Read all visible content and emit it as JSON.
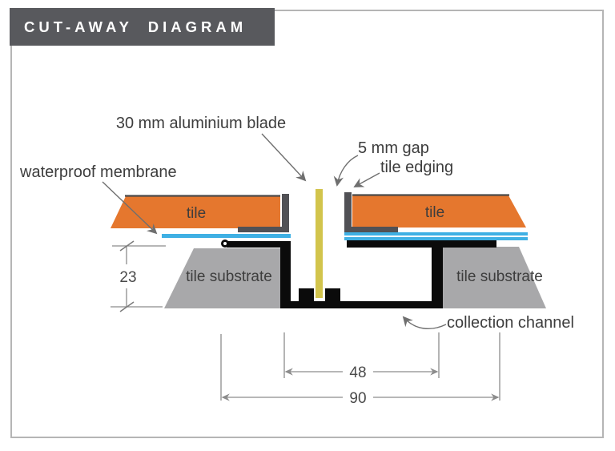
{
  "title_bar": {
    "text": "CUT-AWAY DIAGRAM"
  },
  "labels": {
    "blade": "30 mm aluminium blade",
    "gap": "5 mm gap",
    "edging": "tile edging",
    "membrane": "waterproof membrane",
    "tile_left": "tile",
    "tile_right": "tile",
    "substrate_left": "tile substrate",
    "substrate_right": "tile substrate",
    "channel": "collection channel"
  },
  "dimensions": {
    "depth": "23",
    "channel_width": "48",
    "overall_width": "90"
  },
  "colors": {
    "title_bar_bg": "#58595d",
    "title_text": "#ffffff",
    "page_border": "#b5b5b5",
    "tile": "#e5772e",
    "membrane": "#3fb0e4",
    "blade": "#d2c44c",
    "substrate": "#a8a8aa",
    "edging": "#515155",
    "channel": "#0b0b0b",
    "label_text": "#3d3d3d",
    "dimension_text": "#4a4a4a"
  }
}
